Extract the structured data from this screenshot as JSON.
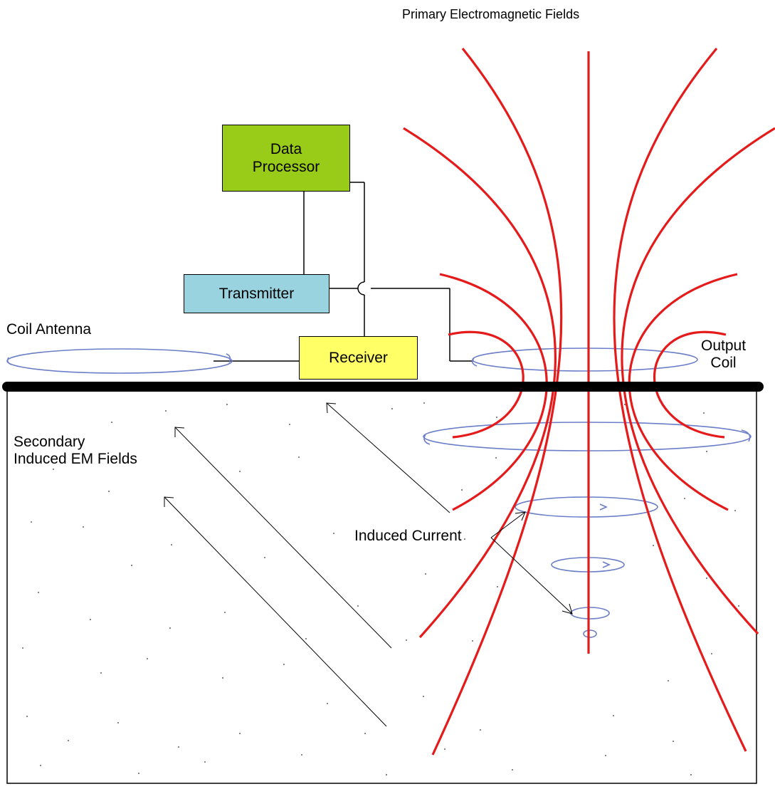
{
  "labels": {
    "primary_fields": "Primary Electromagnetic Fields",
    "coil_antenna": "Coil Antenna",
    "output_coil": "Output\nCoil",
    "secondary_fields": "Secondary\nInduced EM Fields",
    "induced_current": "Induced Current"
  },
  "boxes": {
    "data_processor": "Data\nProcessor",
    "transmitter": "Transmitter",
    "receiver": "Receiver"
  },
  "colors": {
    "field_lines": "#e51a1a",
    "coil": "#6b7ec8",
    "data_processor_fill": "#99cc19",
    "transmitter_fill": "#99d3e0",
    "receiver_fill": "#ffff66",
    "ground_line": "#000000"
  }
}
